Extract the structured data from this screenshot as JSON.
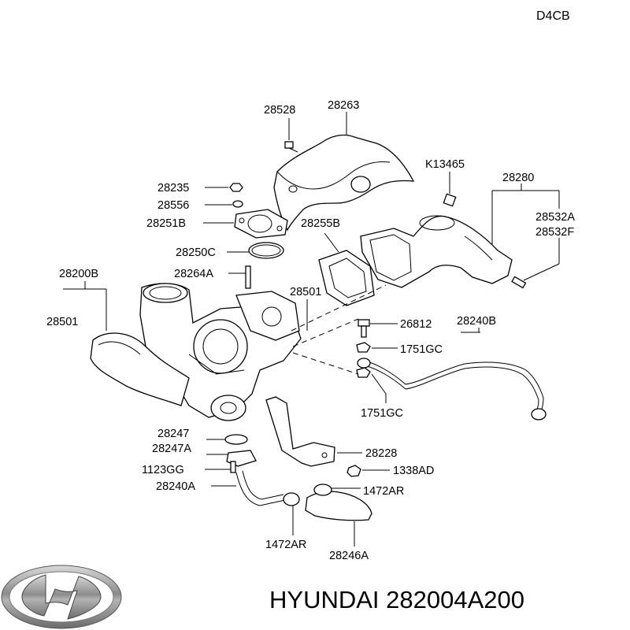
{
  "diagram": {
    "engine_code": "D4CB",
    "parts": {
      "p28528": "28528",
      "p28263": "28263",
      "pK13465": "K13465",
      "p28280": "28280",
      "p28235": "28235",
      "p28556": "28556",
      "p28251B": "28251B",
      "p28255B": "28255B",
      "p28532A": "28532A",
      "p28532F": "28532F",
      "p28250C": "28250C",
      "p28200B": "28200B",
      "p28264A": "28264A",
      "p28501_right": "28501",
      "p28501_left": "28501",
      "p26812": "26812",
      "p28240B": "28240B",
      "p1751GC_upper": "1751GC",
      "p1751GC_lower": "1751GC",
      "p28247": "28247",
      "p28247A": "28247A",
      "p1123GG": "1123GG",
      "p28228": "28228",
      "p1338AD": "1338AD",
      "p28240A": "28240A",
      "p1472AR_right": "1472AR",
      "p1472AR_bottom": "1472AR",
      "p28246A": "28246A"
    }
  },
  "footer": {
    "brand_text": "HYUNDAI 282004A200",
    "logo_icon": "hyundai-logo"
  }
}
